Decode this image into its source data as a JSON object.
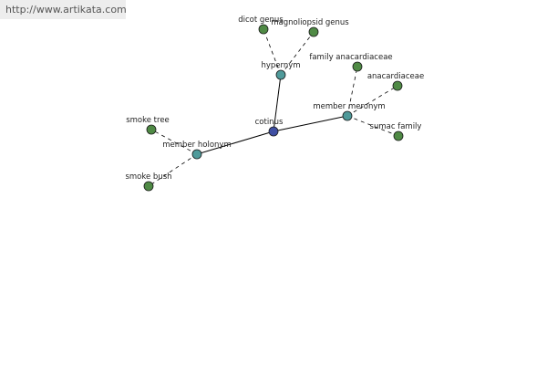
{
  "watermark": "http://www.artikata.com",
  "colors": {
    "center": "#3f4fa3",
    "relation": "#4f9a9a",
    "leaf": "#4f8a45",
    "stroke": "#1a1a1a",
    "edge": "#000000"
  },
  "graph": {
    "center": "cotinus",
    "relations": [
      {
        "name": "hypernym",
        "targets": [
          "dicot genus",
          "magnoliopsid genus"
        ]
      },
      {
        "name": "member meronym",
        "targets": [
          "family anacardiaceae",
          "anacardiaceae",
          "sumac family"
        ]
      },
      {
        "name": "member holonym",
        "targets": [
          "smoke tree",
          "smoke bush"
        ]
      }
    ]
  }
}
